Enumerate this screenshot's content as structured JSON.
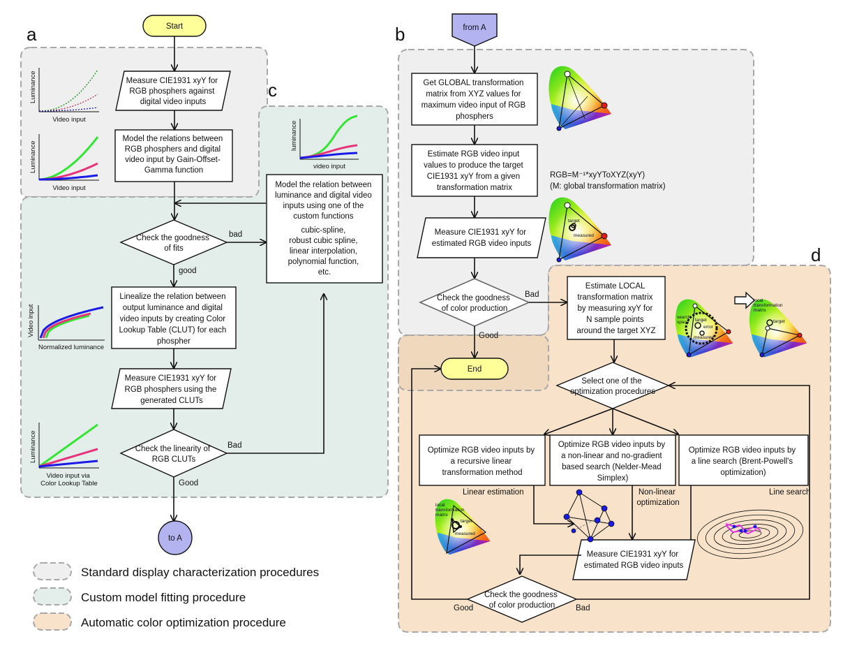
{
  "colors": {
    "standard_region": "#efefef",
    "custom_region": "#e3eeea",
    "auto_region": "#f8e2c9",
    "region_border": "#a8a8a8",
    "terminator": "#ffff99",
    "connector": "#b3b3f0",
    "curve_green": "#33e633",
    "curve_magenta": "#e6337a",
    "curve_blue": "#1a1ae6"
  },
  "panels": {
    "a": "a",
    "b": "b",
    "c": "c",
    "d": "d"
  },
  "a": {
    "start": "Start",
    "measure": [
      "Measure CIE1931 xyY for",
      "RGB phosphers against",
      "digital video inputs"
    ],
    "model": [
      "Model the relations between",
      "RGB phosphers and digital",
      "video input by Gain-Offset-",
      "Gamma function"
    ],
    "check_fits": [
      "Check the goodness",
      "of fits"
    ],
    "bad": "bad",
    "good": "good",
    "linearize": [
      "Linealize the relation between",
      "output luminance and digital",
      "video inputs by creating Color",
      "Lookup Table (CLUT) for each",
      "phospher"
    ],
    "measure_cluts": [
      "Measure CIE1931 xyY for",
      "RGB phosphers using the",
      "generated CLUTs"
    ],
    "check_lin": [
      "Check the linearity of",
      "RGB CLUTs"
    ],
    "lin_bad": "Bad",
    "lin_good": "Good",
    "to_a": "to A",
    "plot1": {
      "ylabel": "Luminance",
      "xlabel": "Video input"
    },
    "plot2": {
      "ylabel": "Luminance",
      "xlabel": "Video input"
    },
    "plot3": {
      "ylabel": "Video input",
      "xlabel": "Normalized luminance"
    },
    "plot4": {
      "ylabel": "Luminance",
      "xlabel": [
        "Video input via",
        "Color Lookup Table"
      ]
    }
  },
  "c": {
    "plot": {
      "ylabel": "luminance",
      "xlabel": "video input"
    },
    "model_custom": [
      "Model the relation between",
      "luminance and digital video",
      "inputs using one of the",
      "custom functions",
      "",
      "cubic-spline,",
      "robust cubic spline,",
      "linear interpolation,",
      "polynomial function,",
      "etc."
    ]
  },
  "b": {
    "from_a": "from A",
    "global": [
      "Get GLOBAL transformation",
      "matrix from XYZ values for",
      "maximum video input of RGB",
      "phosphers"
    ],
    "estimate": [
      "Estimate RGB video input",
      "values to produce the target",
      "CIE1931 xyY from a given",
      "transformation matrix"
    ],
    "formula": "RGB=M⁻¹*xyYToXYZ(xyY)",
    "formula_note": "(M: global transformation matrix)",
    "measure_est": [
      "Measure CIE1931 xyY for",
      "estimated RGB video inputs"
    ],
    "check_color": [
      "Check the goodness",
      "of color production"
    ],
    "bad": "Bad",
    "good": "Good",
    "end": "End",
    "diagram_target": "target",
    "diagram_measured": "measured"
  },
  "d": {
    "local": [
      "Estimate LOCAL",
      "transformation matrix",
      "by measuring xyY for",
      "N sample points",
      "around the target XYZ"
    ],
    "select": [
      "Select one of the",
      "optimization procedures"
    ],
    "opt1": [
      "Optimize RGB video inputs by",
      "a recursive linear",
      "transformation method"
    ],
    "opt2": [
      "Optimize RGB video inputs by",
      "a non-linear and no-gradient",
      "based search (Nelder-Mead",
      "Simplex)"
    ],
    "opt3": [
      "Optimize RGB video inputs by",
      "a line search (Brent-Powell's",
      "optimization)"
    ],
    "lbl_linear": "Linear estimation",
    "lbl_nonlinear": [
      "Non-linear",
      "optimization"
    ],
    "lbl_line": "Line search",
    "measure_est": [
      "Measure CIE1931 xyY for",
      "estimated RGB video inputs"
    ],
    "check_color": [
      "Check the goodness",
      "of color production"
    ],
    "good": "Good",
    "bad": "Bad",
    "diag_search": [
      "search",
      "space"
    ],
    "diag_target": "target",
    "diag_error": "error",
    "diag_measured": "measured",
    "diag_local": [
      "local",
      "transformation",
      "matrix"
    ],
    "lin_local": [
      "local",
      "transformation",
      "matrix"
    ],
    "lin_target": "target",
    "lin_measured": "measured"
  },
  "legend": [
    {
      "label": "Standard display characterization procedures",
      "color": "#efefef"
    },
    {
      "label": "Custom model fitting procedure",
      "color": "#e3eeea"
    },
    {
      "label": "Automatic color optimization procedure",
      "color": "#f8e2c9"
    }
  ]
}
